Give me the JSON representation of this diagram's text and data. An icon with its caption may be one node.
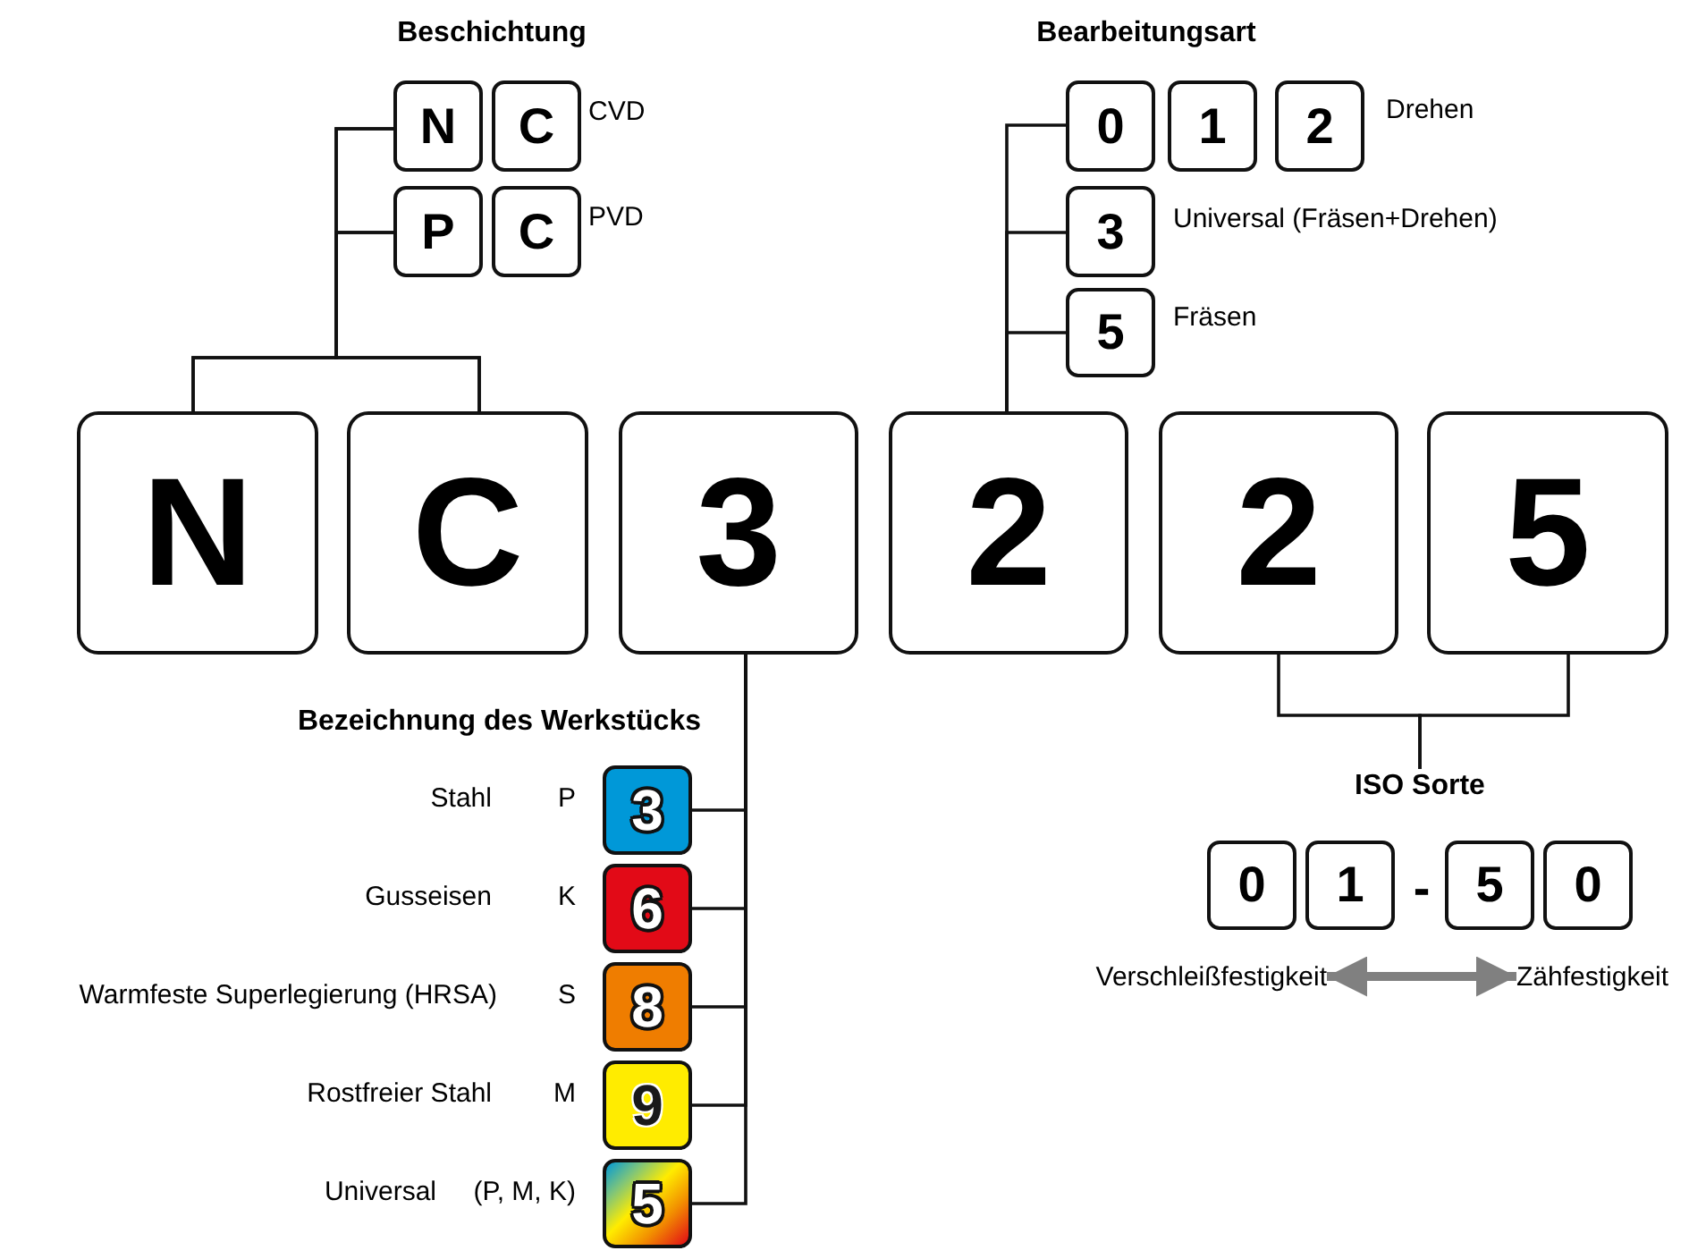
{
  "diagram": {
    "nodes": [
      {
        "text": [
          "N"
        ]
      },
      {
        "text": [
          "C"
        ]
      },
      {
        "text": [
          "3"
        ]
      },
      {
        "text": [
          "2"
        ]
      },
      {
        "text": [
          "2"
        ]
      },
      {
        "text": [
          "5"
        ]
      },
      {
        "text": [
          "N"
        ]
      },
      {
        "text": [
          "C"
        ],
        "beside": [
          "CVD"
        ]
      },
      {
        "text": [
          "P"
        ]
      },
      {
        "text": [
          "C"
        ],
        "beside": [
          "PVD"
        ]
      },
      {
        "text": [
          "0"
        ]
      },
      {
        "text": [
          "1"
        ]
      },
      {
        "text": [
          "2"
        ],
        "beside": [
          "Drehen"
        ]
      },
      {
        "text": [
          "3"
        ],
        "beside": [
          "Universal (Fräsen+Drehen)"
        ]
      },
      {
        "text": [
          "5"
        ],
        "beside": [
          "Fräsen"
        ]
      },
      {
        "text": [
          "3"
        ],
        "beside": [
          "Stahl",
          "P"
        ]
      },
      {
        "text": [
          "6"
        ],
        "beside": [
          "Gusseisen",
          "K"
        ]
      },
      {
        "text": [
          "8"
        ],
        "beside": [
          "Warmfeste Superlegierung (HRSA)",
          "S"
        ]
      },
      {
        "text": [
          "9"
        ],
        "beside": [
          "Rostfreier Stahl",
          "M"
        ]
      },
      {
        "text": [
          "5"
        ],
        "beside": [
          "Universal",
          "(P, M, K)"
        ]
      },
      {
        "text": [
          "ISO Sorte"
        ]
      },
      {
        "text": [
          "0"
        ]
      },
      {
        "text": [
          "1"
        ]
      },
      {
        "text": [
          "5"
        ]
      },
      {
        "text": [
          "0"
        ]
      },
      {
        "text": [
          "Verschleißfestigkeit"
        ]
      },
      {
        "text": [
          "Zähfestigkeit"
        ]
      }
    ],
    "edges": [
      {
        "from": 0,
        "to": 6,
        "arrow": "none"
      },
      {
        "from": 0,
        "to": 8,
        "arrow": "none"
      },
      {
        "from": 1,
        "to": 6,
        "arrow": "none"
      },
      {
        "from": 1,
        "to": 8,
        "arrow": "none"
      },
      {
        "from": 3,
        "to": 10,
        "arrow": "none"
      },
      {
        "from": 3,
        "to": 13,
        "arrow": "none"
      },
      {
        "from": 3,
        "to": 14,
        "arrow": "none"
      },
      {
        "from": 2,
        "to": 15,
        "arrow": "none"
      },
      {
        "from": 2,
        "to": 16,
        "arrow": "none"
      },
      {
        "from": 2,
        "to": 17,
        "arrow": "none"
      },
      {
        "from": 2,
        "to": 18,
        "arrow": "none"
      },
      {
        "from": 2,
        "to": 19,
        "arrow": "none"
      },
      {
        "from": 4,
        "to": 20,
        "arrow": "none"
      },
      {
        "from": 5,
        "to": 20,
        "arrow": "none"
      },
      {
        "from": 25,
        "to": 26,
        "arrow": "both",
        "style": "thick",
        "color": "#808080"
      }
    ],
    "labels": [
      "Beschichtung",
      "Bearbeitungsart",
      "Bezeichnung des Werkstücks",
      "-"
    ]
  }
}
